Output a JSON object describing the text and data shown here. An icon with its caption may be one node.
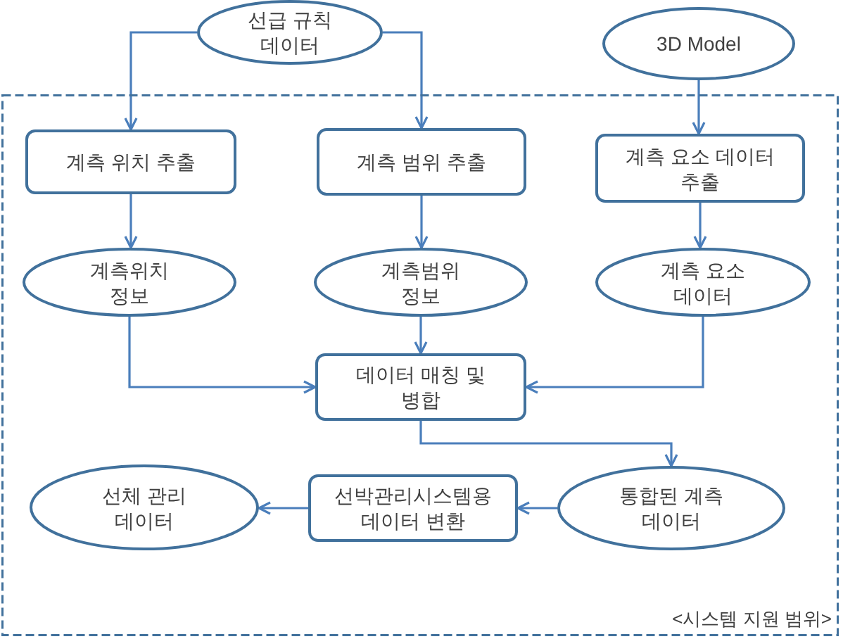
{
  "diagram": {
    "nodes": [
      {
        "text": [
          "선급 규칙 데이터"
        ]
      },
      {
        "text": [
          "3D Model"
        ]
      },
      {
        "text": [
          "<시스템 지원 범위>"
        ]
      },
      {
        "text": [
          "계측 위치 추출"
        ],
        "in": 2
      },
      {
        "text": [
          "계측 범위 추출"
        ],
        "in": 2
      },
      {
        "text": [
          "계측 요소 데이터 추출"
        ],
        "in": 2
      },
      {
        "text": [
          "계측위치 정보"
        ],
        "in": 2
      },
      {
        "text": [
          "계측범위 정보"
        ],
        "in": 2
      },
      {
        "text": [
          "계측 요소 데이터"
        ],
        "in": 2
      },
      {
        "text": [
          "데이터 매칭 및 병합"
        ],
        "in": 2
      },
      {
        "text": [
          "선체 관리 데이터"
        ],
        "in": 2
      },
      {
        "text": [
          "선박관리시스템용 데이터 변환"
        ],
        "in": 2
      },
      {
        "text": [
          "통합된 계측 데이터"
        ],
        "in": 2
      }
    ],
    "edges": [
      {
        "from": 0,
        "to": 3,
        "arrow": "to"
      },
      {
        "from": 0,
        "to": 4,
        "arrow": "to"
      },
      {
        "from": 1,
        "to": 5,
        "arrow": "to"
      },
      {
        "from": 3,
        "to": 6,
        "arrow": "to"
      },
      {
        "from": 4,
        "to": 7,
        "arrow": "to"
      },
      {
        "from": 5,
        "to": 8,
        "arrow": "to"
      },
      {
        "from": 6,
        "to": 9,
        "arrow": "to"
      },
      {
        "from": 7,
        "to": 9,
        "arrow": "to"
      },
      {
        "from": 8,
        "to": 9,
        "arrow": "to"
      },
      {
        "from": 9,
        "to": 12,
        "arrow": "to"
      },
      {
        "from": 12,
        "to": 11,
        "arrow": "to"
      },
      {
        "from": 11,
        "to": 10,
        "arrow": "to"
      }
    ]
  }
}
